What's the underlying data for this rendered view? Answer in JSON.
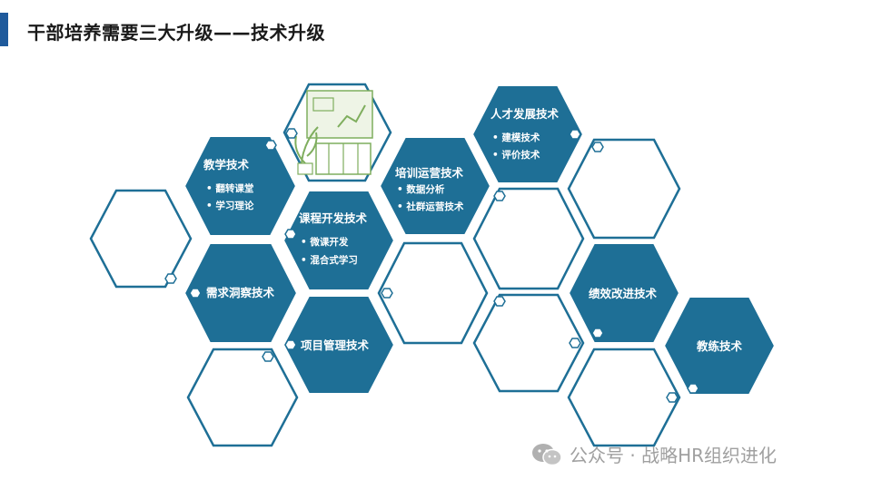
{
  "header": {
    "title": "干部培养需要三大升级——技术升级"
  },
  "hexagons": [
    {
      "title": "教学技术",
      "bullets": [
        "• 翻转课堂",
        "• 学习理论"
      ]
    },
    {
      "title": "课程开发技术",
      "bullets": [
        "• 微课开发",
        "• 混合式学习"
      ]
    },
    {
      "title": "培训运营技术",
      "bullets": [
        "• 数据分析",
        "• 社群运营技术"
      ]
    },
    {
      "title": "人才发展技术",
      "bullets": [
        "• 建模技术",
        "• 评价技术"
      ]
    },
    {
      "title": "需求洞察技术",
      "bullets": []
    },
    {
      "title": "项目管理技术",
      "bullets": []
    },
    {
      "title": "绩效改进技术",
      "bullets": []
    },
    {
      "title": "教练技术",
      "bullets": []
    }
  ],
  "watermark": {
    "text": "公众号 · 战略HR组织进化"
  },
  "colors": {
    "accent": "#1e6f96",
    "title_bar": "#1f5a9c",
    "watermark": "#a0a0a0"
  }
}
